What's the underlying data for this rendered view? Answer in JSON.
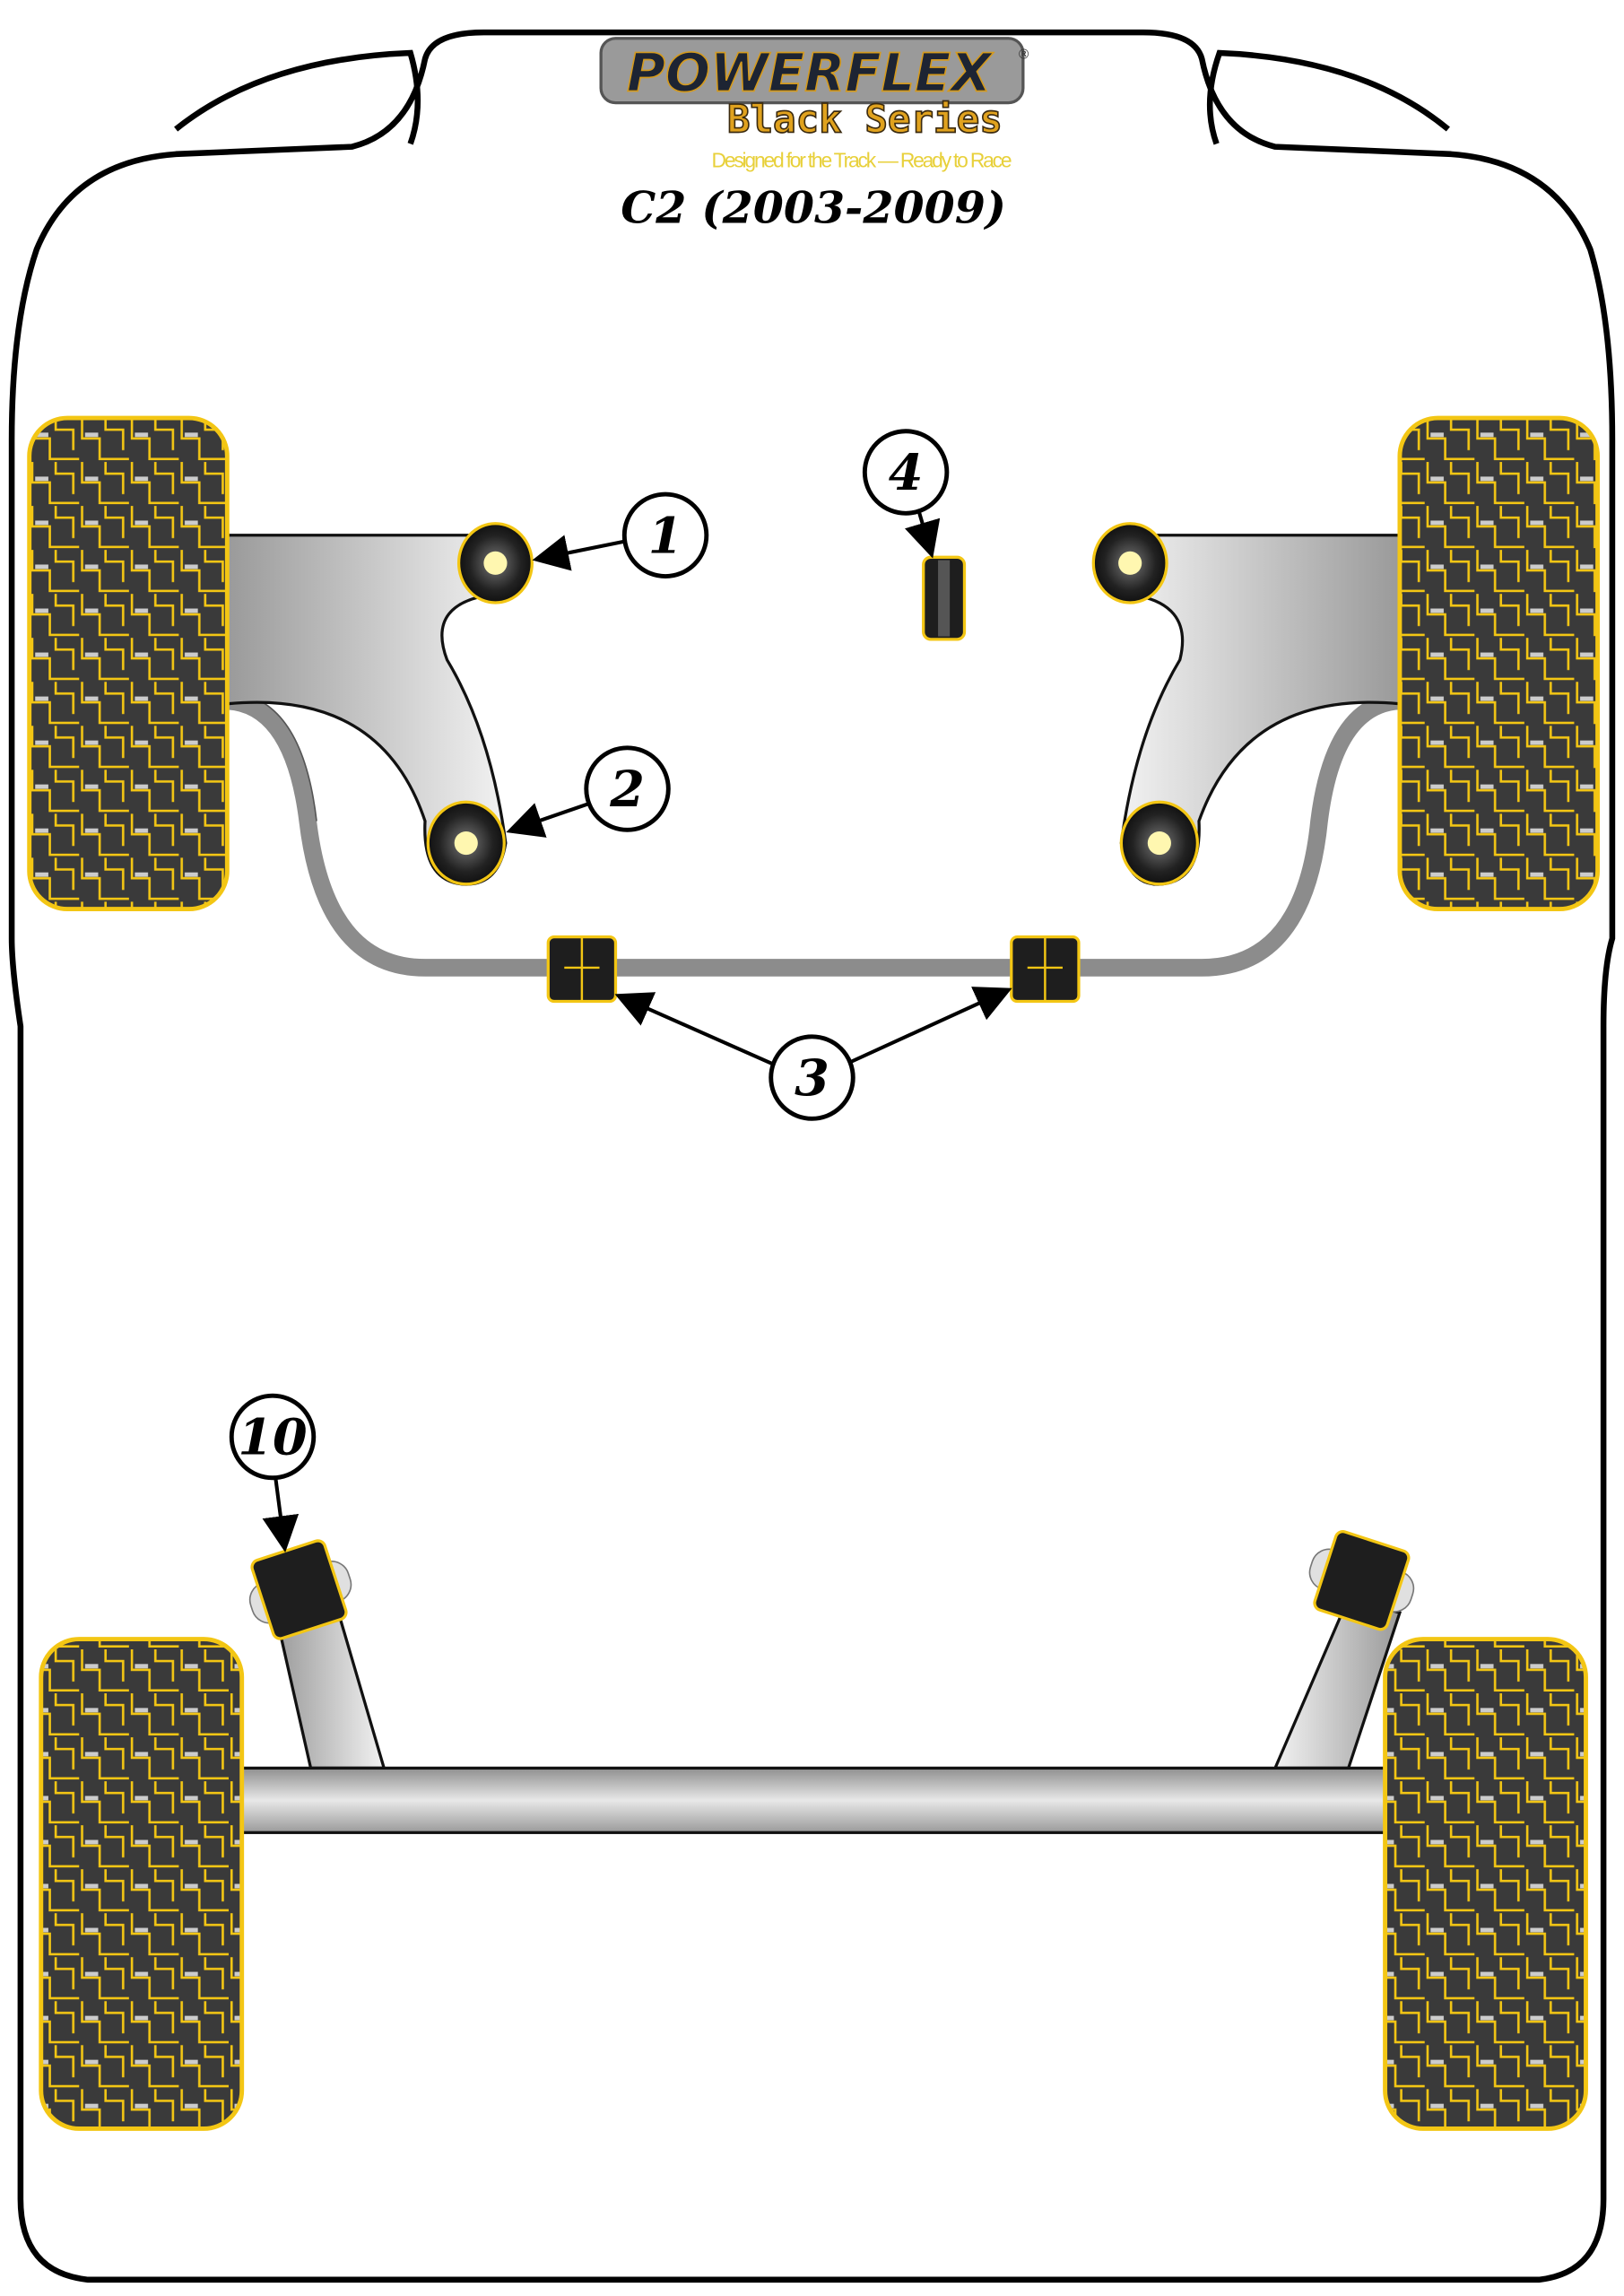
{
  "logo": {
    "brand": "POWERFLEX",
    "series": "Black Series",
    "tagline": "Designed for the Track — Ready to Race",
    "registered": "®"
  },
  "title": "C2 (2003-2009)",
  "callouts": {
    "c1": "1",
    "c2": "2",
    "c3": "3",
    "c4": "4",
    "c10": "10"
  },
  "colors": {
    "tyre_dark": "#3a3a3a",
    "tyre_yellow": "#f3c614",
    "bar_grey": "#8c8c8c",
    "bush_black": "#1e1e1e"
  }
}
